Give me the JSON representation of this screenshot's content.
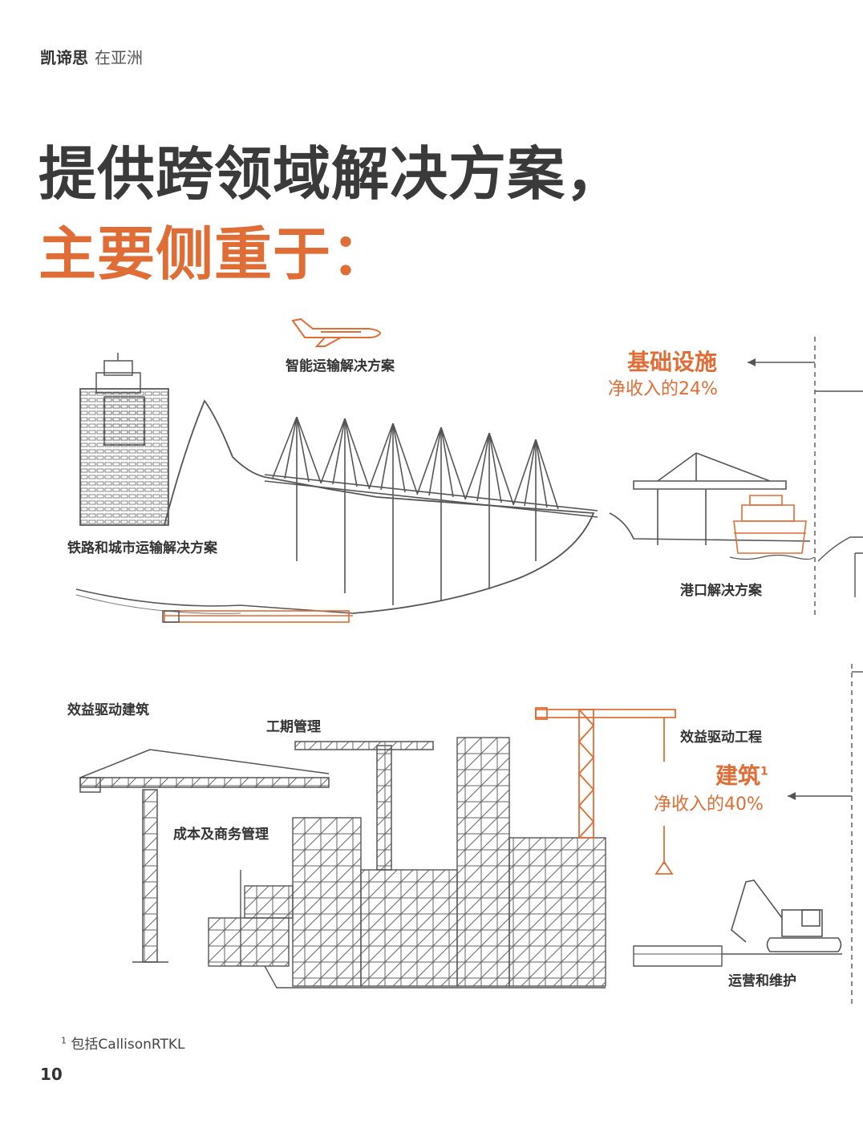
{
  "header": {
    "brand": "凯谛思",
    "subtitle": "在亚洲"
  },
  "title": {
    "line1": "提供跨领域解决方案，",
    "line2": "主要侧重于："
  },
  "infrastructure": {
    "title": "基础设施",
    "share": "净收入的24%",
    "labels": {
      "smart_transport": "智能运输解决方案",
      "rail_urban": "铁路和城市运输解决方案",
      "port": "港口解决方案"
    }
  },
  "building": {
    "title": "建筑",
    "title_sup": "1",
    "share": "净收入的40%",
    "labels": {
      "performance_building": "效益驱动建筑",
      "schedule_mgmt": "工期管理",
      "performance_engineering": "效益驱动工程",
      "cost_commercial": "成本及商务管理",
      "operations_maintenance": "运营和维护"
    }
  },
  "footnote": {
    "marker": "1",
    "text": "包括CallisonRTKL"
  },
  "page_number": "10",
  "colors": {
    "accent": "#e06d35",
    "line": "#555555",
    "text": "#333333"
  }
}
